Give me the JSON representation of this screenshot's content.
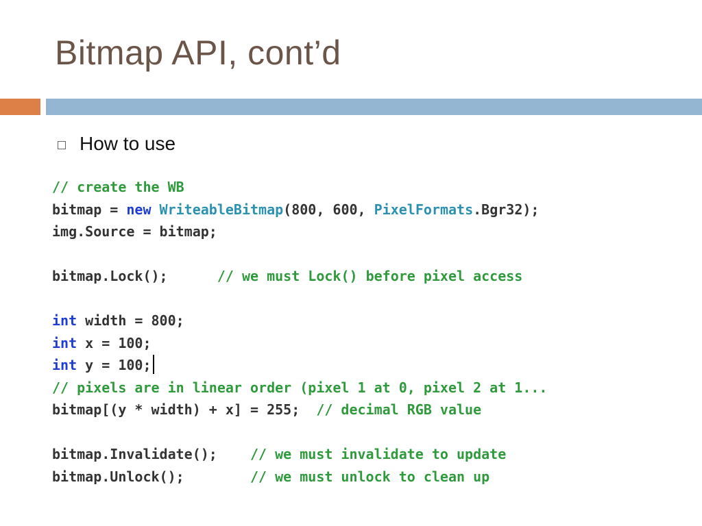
{
  "slide": {
    "title": "Bitmap API, cont’d",
    "bullet": "How to use"
  },
  "colors": {
    "title": "#6b5548",
    "accent_bar": "#dd8047",
    "header_bar": "#94b6d2",
    "code_plain": "#333333",
    "code_keyword": "#1f3cd4",
    "code_type": "#2b91af",
    "code_comment": "#2e9a3c"
  },
  "code": {
    "lines": [
      [
        {
          "t": "comment",
          "v": "// create the WB"
        }
      ],
      [
        {
          "t": "plain",
          "v": "bitmap = "
        },
        {
          "t": "keyword",
          "v": "new"
        },
        {
          "t": "plain",
          "v": " "
        },
        {
          "t": "type",
          "v": "WriteableBitmap"
        },
        {
          "t": "plain",
          "v": "(800, 600, "
        },
        {
          "t": "type",
          "v": "PixelFormats"
        },
        {
          "t": "plain",
          "v": ".Bgr32);"
        }
      ],
      [
        {
          "t": "plain",
          "v": "img.Source = bitmap;"
        }
      ],
      [],
      [
        {
          "t": "plain",
          "v": "bitmap.Lock();      "
        },
        {
          "t": "comment",
          "v": "// we must Lock() before pixel access"
        }
      ],
      [],
      [
        {
          "t": "keyword",
          "v": "int"
        },
        {
          "t": "plain",
          "v": " width = 800;"
        }
      ],
      [
        {
          "t": "keyword",
          "v": "int"
        },
        {
          "t": "plain",
          "v": " x = 100;"
        }
      ],
      [
        {
          "t": "keyword",
          "v": "int"
        },
        {
          "t": "plain",
          "v": " y = 100;"
        },
        {
          "t": "cursor",
          "v": ""
        }
      ],
      [
        {
          "t": "comment",
          "v": "// pixels are in linear order (pixel 1 at 0, pixel 2 at 1..."
        }
      ],
      [
        {
          "t": "plain",
          "v": "bitmap[(y * width) + x] = 255;  "
        },
        {
          "t": "comment",
          "v": "// decimal RGB value"
        }
      ],
      [],
      [
        {
          "t": "plain",
          "v": "bitmap.Invalidate();    "
        },
        {
          "t": "comment",
          "v": "// we must invalidate to update"
        }
      ],
      [
        {
          "t": "plain",
          "v": "bitmap.Unlock();        "
        },
        {
          "t": "comment",
          "v": "// we must unlock to clean up"
        }
      ]
    ]
  }
}
